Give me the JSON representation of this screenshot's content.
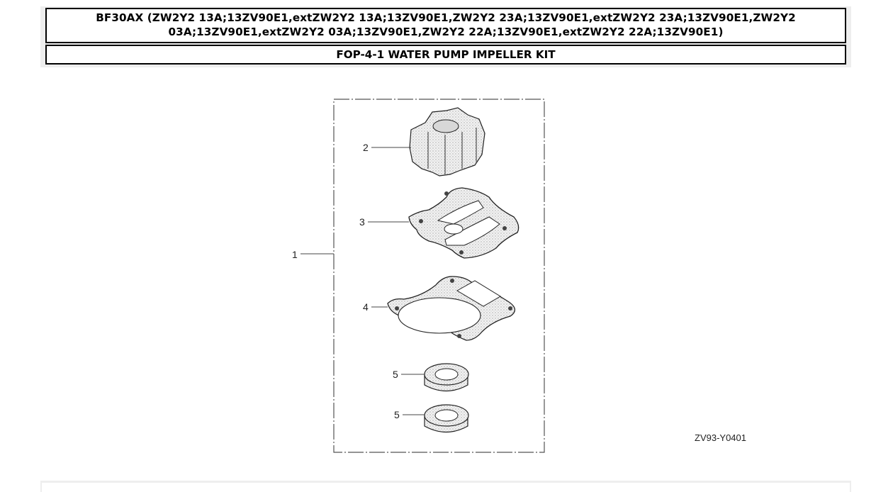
{
  "header": {
    "model_line_1": "BF30AX (ZW2Y2 13A;13ZV90E1,extZW2Y2 13A;13ZV90E1,ZW2Y2 23A;13ZV90E1,extZW2Y2 23A;13ZV90E1,ZW2Y2",
    "model_line_2": "03A;13ZV90E1,extZW2Y2 03A;13ZV90E1,ZW2Y2 22A;13ZV90E1,extZW2Y2 22A;13ZV90E1)",
    "section_title": "FOP-4-1 WATER PUMP IMPELLER KIT"
  },
  "diagram": {
    "callouts": [
      {
        "id": "1",
        "label": "1",
        "part": "water-pump-impeller-kit"
      },
      {
        "id": "2",
        "label": "2",
        "part": "impeller"
      },
      {
        "id": "3",
        "label": "3",
        "part": "plate-gasket"
      },
      {
        "id": "4",
        "label": "4",
        "part": "housing-gasket"
      },
      {
        "id": "5a",
        "label": "5",
        "part": "oil-seal"
      },
      {
        "id": "5b",
        "label": "5",
        "part": "oil-seal"
      }
    ],
    "figure_code": "ZV93-Y0401",
    "colors": {
      "line": "#222222",
      "fill_stipple": "#e4e4e4",
      "frame": "#555555"
    }
  }
}
